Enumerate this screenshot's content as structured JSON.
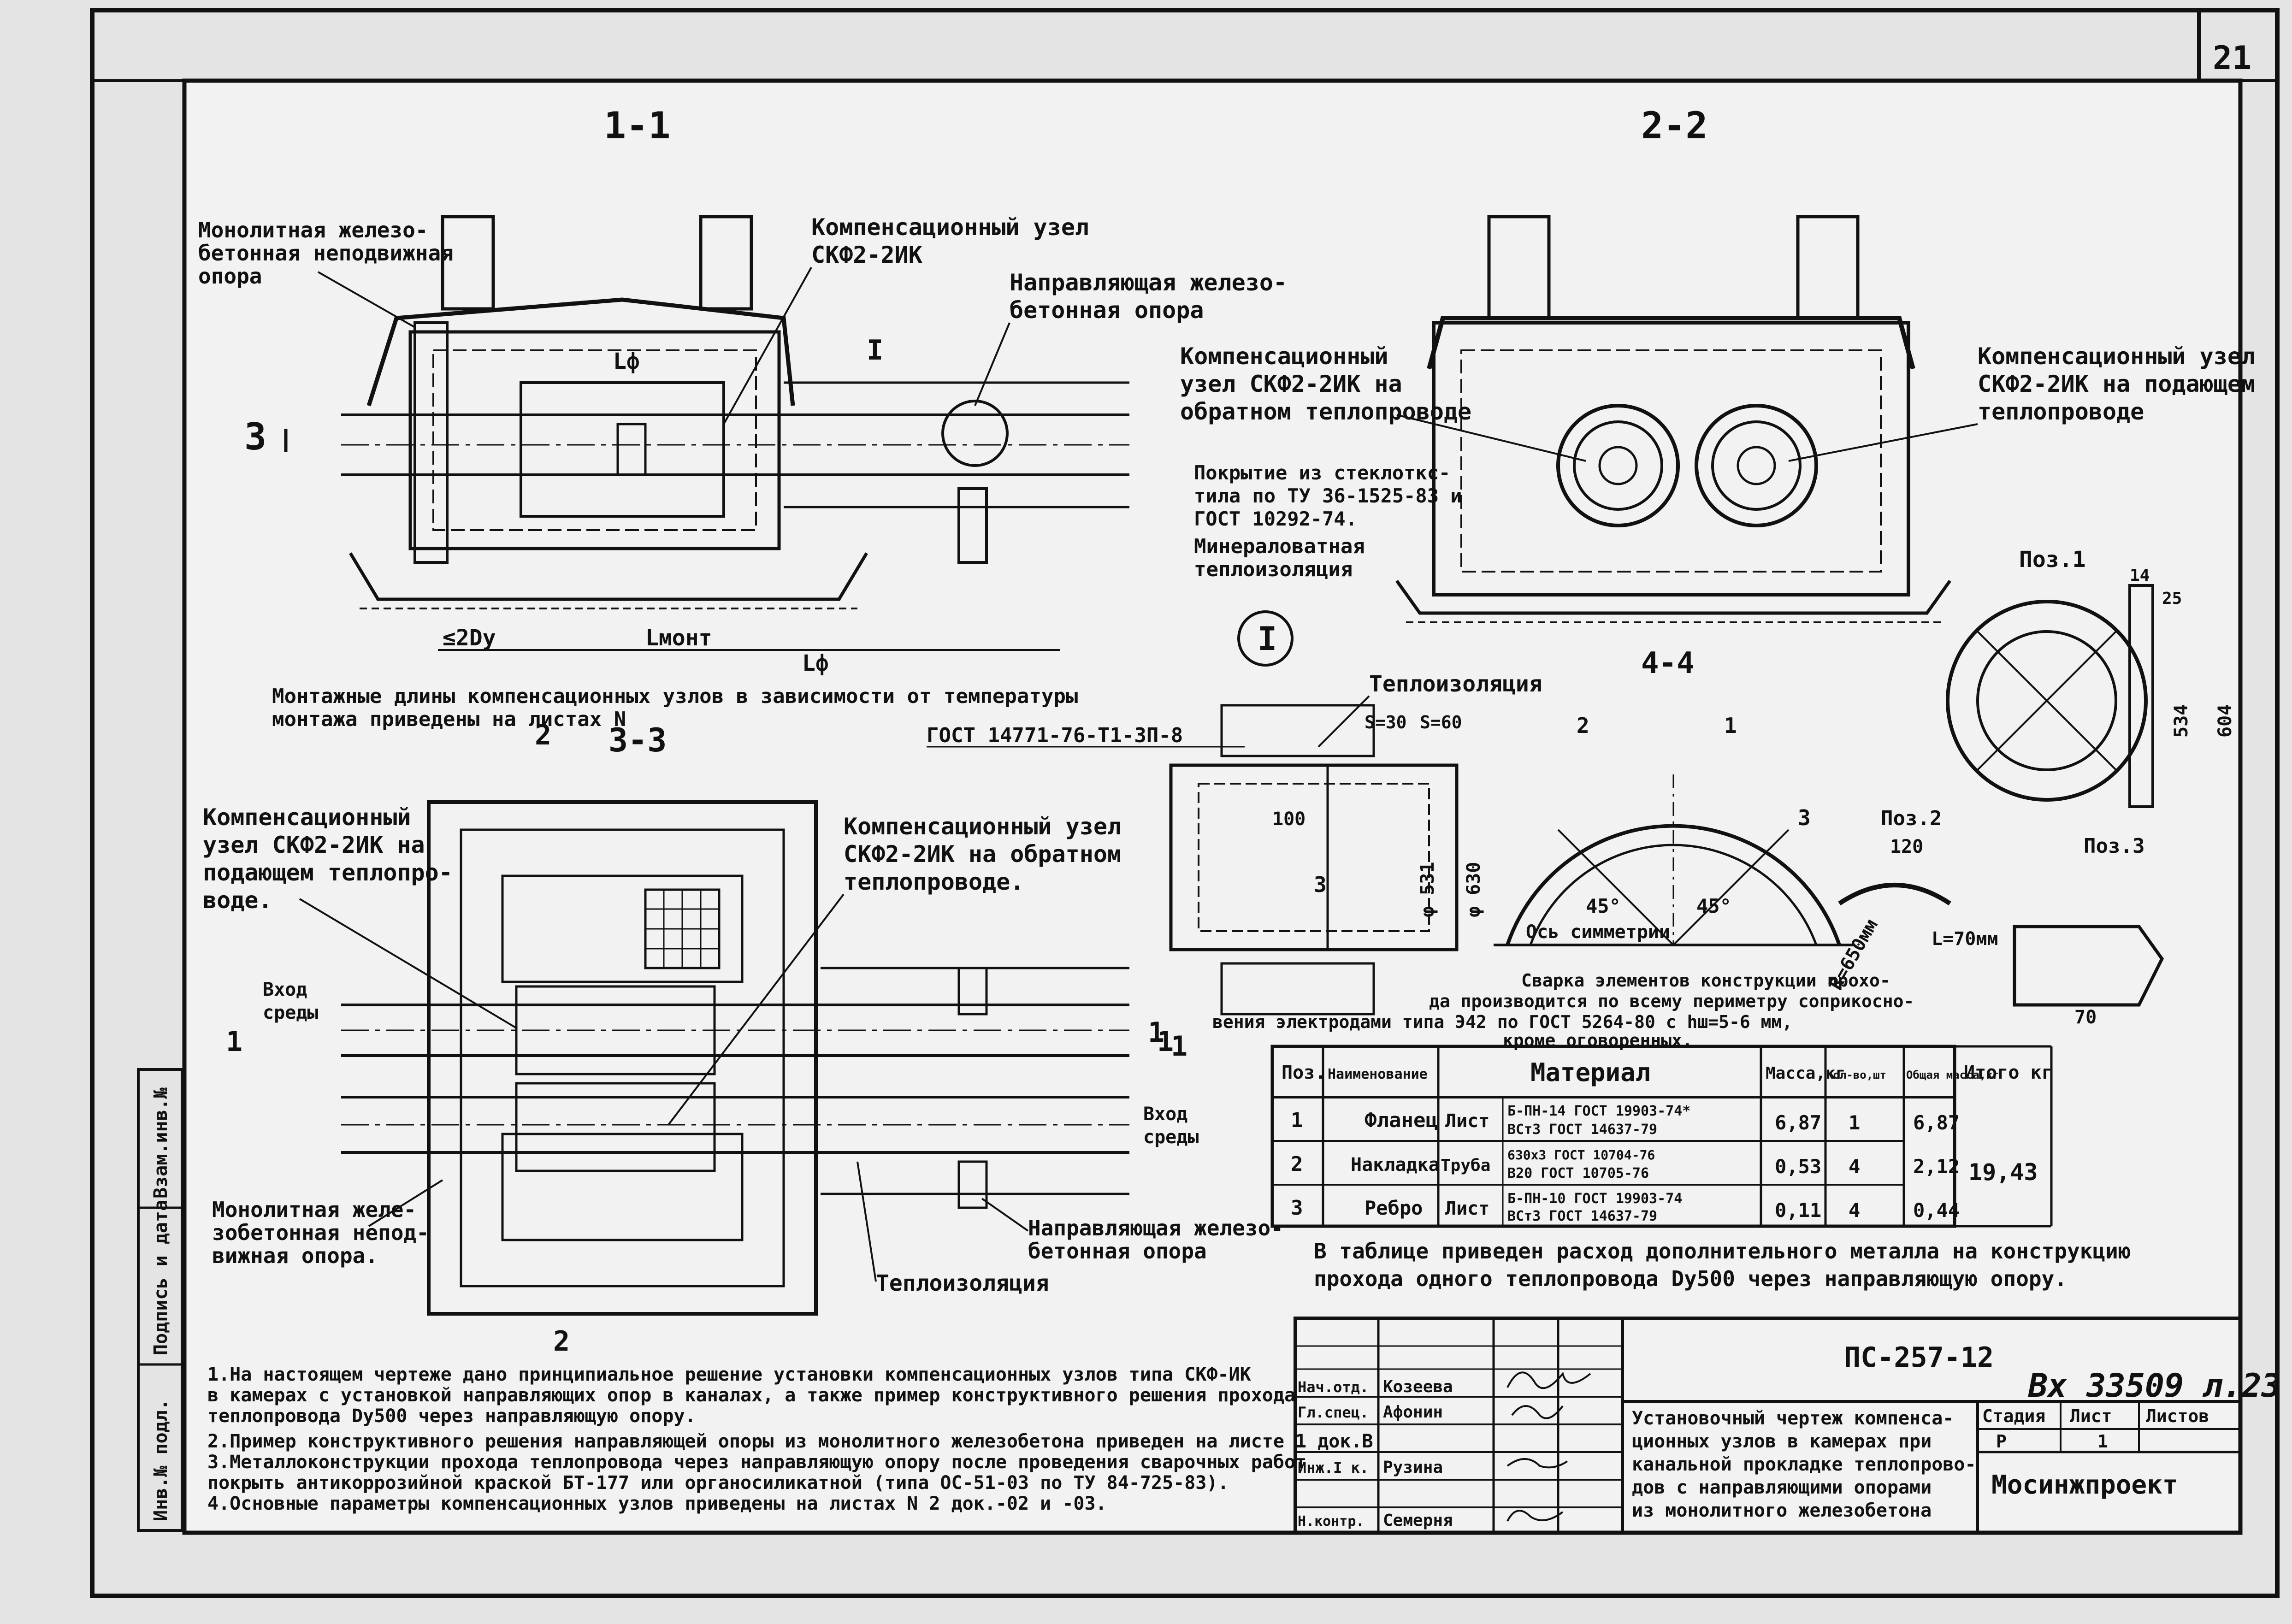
{
  "sheet": {
    "page_number": "21",
    "side_stamp": [
      "Инв.№ подл.",
      "Подпись и дата",
      "Взам.инв.№"
    ]
  },
  "sections": {
    "s11": "1-1",
    "s22": "2-2",
    "s33": "3-3",
    "s44": "4-4",
    "m1": "1",
    "m2": "2",
    "m3": "3"
  },
  "labels": {
    "monolith_fixed_top": [
      "Монолитная железо-",
      "бетонная неподвижная",
      "опора"
    ],
    "comp_node_top": [
      "Компенсационный узел",
      "СКФ2-2ИК"
    ],
    "guide_support_top": [
      "Направляющая железо-",
      "бетонная опора"
    ],
    "comp_node_return_22": [
      "Компенсационный",
      "узел СКФ2-2ИК на",
      "обратном теплопроводе"
    ],
    "comp_node_supply_22": [
      "Компенсационный узел",
      "СКФ2-2ИК на подающем",
      "теплопроводе"
    ],
    "coating": [
      "Покрытие из стеклоткс-",
      "тила по ТУ 36-1525-83 и",
      "ГОСТ 10292-74."
    ],
    "mineral_wool": [
      "Минераловатная",
      "теплоизоляция"
    ],
    "install_lengths": [
      "Монтажные длины компенсационных узлов в зависимости от температуры",
      "монтажа приведены на листах N"
    ],
    "comp_node_supply_33": [
      "Компенсационный",
      "узел СКФ2-2ИК на",
      "подающем теплопро-",
      "воде."
    ],
    "comp_node_return_33": [
      "Компенсационный узел",
      "СКФ2-2ИК на обратном",
      "теплопроводе."
    ],
    "monolith_fixed_bottom": [
      "Монолитная желе-",
      "зобетонная непод-",
      "вижная опора."
    ],
    "guide_support_bottom": [
      "Направляющая железо-",
      "бетонная опора"
    ],
    "insulation_bottom": "Теплоизоляция",
    "insulation_detail": "Теплоизоляция",
    "gost_pipe": "ГОСТ 14771-76-Т1-3П-8",
    "inlet_left": [
      "Вход",
      "среды"
    ],
    "inlet_right": [
      "Вход",
      "среды"
    ],
    "welding_note": [
      "Сварка элементов конструкции прохо-",
      "да производится по всему периметру соприкосно-",
      "вения электродами типа Э42 по ГОСТ 5264-80 с hш=5-6 мм,",
      "кроме оговоренных."
    ],
    "symmetry_axis": "Ось симметрии",
    "callout_I": "I",
    "pos1": "Поз.1",
    "pos2": "Поз.2",
    "pos3": "Поз.3"
  },
  "dims": {
    "lf": "Lф",
    "two_dy": "≤2Dу",
    "l_mont": "Lмонт",
    "d531": "φ 531",
    "d630": "φ 630",
    "s30": "S=30",
    "s60": "S=60",
    "d100": "100",
    "d120": "120",
    "d70": "70",
    "l70": "L=70мм",
    "r650": "R=650мм",
    "d534": "534",
    "d604": "604",
    "d14": "14",
    "d25": "25",
    "angle45a": "45°",
    "angle45b": "45°"
  },
  "material_table": {
    "headers": [
      "Поз.",
      "Наименование",
      "Материал",
      "Масса,кг",
      "Кол-во,шт",
      "Общая масса,кг",
      "Итого кг"
    ],
    "rows": [
      {
        "pos": "1",
        "name": "Фланец",
        "kind": "Лист",
        "mat1": "Б-ПН-14 ГОСТ 19903-74*",
        "mat2": "ВСт3 ГОСТ 14637-79",
        "mass": "6,87",
        "qty": "1",
        "total": "6,87"
      },
      {
        "pos": "2",
        "name": "Накладка",
        "kind": "Труба",
        "mat1": "630х3 ГОСТ 10704-76",
        "mat2": "В20 ГОСТ 10705-76",
        "mass": "0,53",
        "qty": "4",
        "total": "2,12"
      },
      {
        "pos": "3",
        "name": "Ребро",
        "kind": "Лист",
        "mat1": "Б-ПН-10 ГОСТ 19903-74",
        "mat2": "ВСт3 ГОСТ 14637-79",
        "mass": "0,11",
        "qty": "4",
        "total": "0,44"
      }
    ],
    "grand_total": "19,43",
    "note": [
      "В таблице приведен расход дополнительного металла на конструкцию",
      "прохода одного теплопровода Dу500 через направляющую опору."
    ]
  },
  "notes": [
    "1.На настоящем чертеже дано принципиальное решение установки компенсационных узлов типа СКФ-ИК",
    "в камерах с установкой направляющих опор в каналах, а также пример конструктивного решения прохода",
    "теплопровода Dу500 через направляющую опору.",
    "2.Пример конструктивного решения направляющей опоры из монолитного железобетона приведен на листе 1 док.В",
    "3.Металлоконструкции прохода теплопровода через направляющую опору после проведения сварочных работ",
    "покрыть антикоррозийной краской БТ-177 или органосиликатной (типа ОС-51-03 по ТУ 84-725-83).",
    "4.Основные параметры компенсационных узлов приведены на листах N 2 док.-02 и -03."
  ],
  "title_block": {
    "doc_code": "ПС-257-12",
    "inv_handwritten": "Вх 33509 л.23",
    "title": [
      "Установочный чертеж компенса-",
      "ционных узлов в камерах при",
      "канальной прокладке теплопрово-",
      "дов с направляющими опорами",
      "из монолитного железобетона"
    ],
    "stage_label": "Стадия",
    "sheet_label": "Лист",
    "sheets_label": "Листов",
    "stage": "Р",
    "sheet": "1",
    "sheets": "",
    "org": "Мосинжпроект",
    "roles": [
      {
        "role": "Нач.отд.",
        "name": "Козеева"
      },
      {
        "role": "Гл.спец.",
        "name": "Афонин"
      },
      {
        "role": "Инж.I к.",
        "name": "Рузина"
      },
      {
        "role": "Н.контр.",
        "name": "Семерня"
      }
    ]
  }
}
